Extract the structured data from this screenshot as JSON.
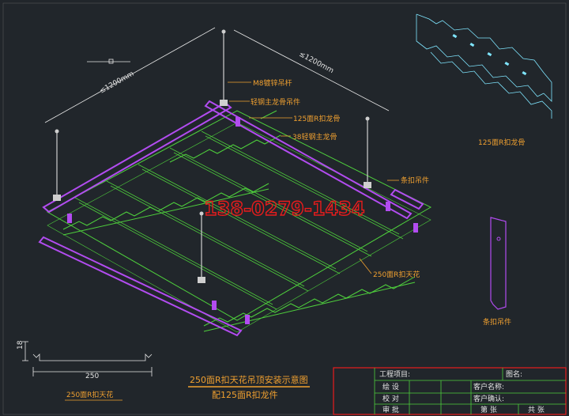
{
  "drawing": {
    "dim_left": "≤1200mm",
    "dim_right": "≤1200mm",
    "labels": {
      "rod": "M8镀锌吊杆",
      "hanger": "轻钢主龙骨吊件",
      "keel_125": "125面R扣龙骨",
      "main_keel_38": "38轻钢主龙骨",
      "clip": "条扣吊件",
      "ceiling_250": "250面R扣天花"
    },
    "phone_watermark": "138-0279-1434",
    "detail_keel_caption": "125面R扣龙骨",
    "detail_clip_caption": "条扣吊件",
    "profile": {
      "height": "18",
      "width": "250",
      "caption": "250面R扣天花"
    },
    "title_main": "250面R扣天花吊顶安装示意图",
    "title_sub": "配125面R扣龙件"
  },
  "title_block": {
    "project": "工程项目:",
    "drawing_name": "图名:",
    "draw": "绘  设",
    "check": "校  对",
    "approve": "审  批",
    "client": "客户名称:",
    "client_confirm": "客户确认:",
    "sheet": "第    张",
    "total": "共    张"
  },
  "colors": {
    "background": "#21262b",
    "green": "#4ecf3c",
    "purple": "#b24cf0",
    "orange": "#f0a030",
    "red": "#e81c1c",
    "cyan": "#7fe6ff",
    "white": "#e6e6e6"
  }
}
